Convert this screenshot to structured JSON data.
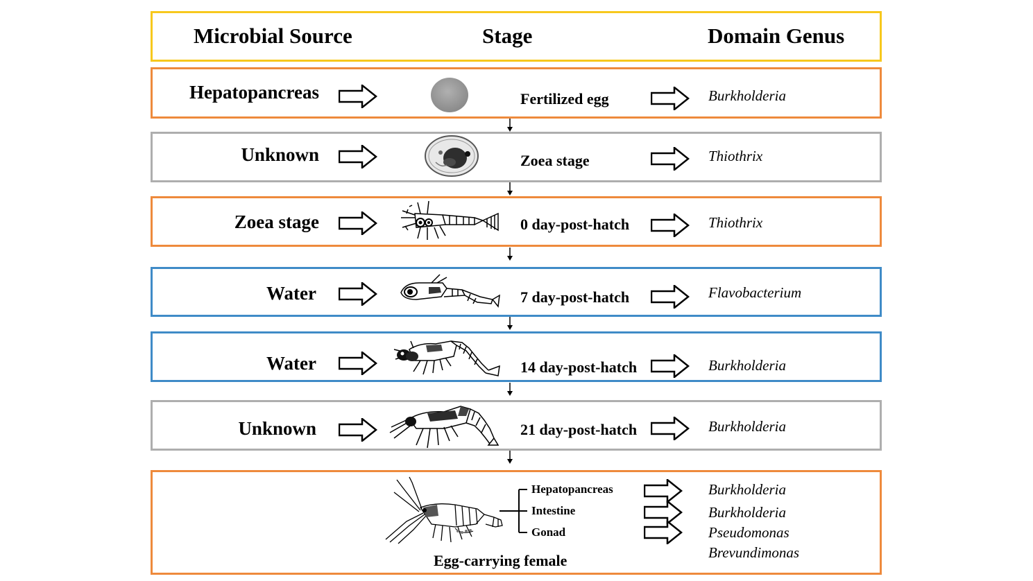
{
  "header": {
    "source": "Microbial Source",
    "stage": "Stage",
    "genus": "Domain Genus"
  },
  "rows": [
    {
      "source": "Hepatopancreas",
      "stage": "Fertilized  egg",
      "genus": "Burkholderia",
      "color": "#ee8a3c"
    },
    {
      "source": "Unknown",
      "stage": "Zoea stage",
      "genus": "Thiothrix",
      "color": "#aeaeae"
    },
    {
      "source": "Zoea stage",
      "stage": "0 day-post-hatch",
      "genus": "Thiothrix",
      "color": "#ee8a3c"
    },
    {
      "source": "Water",
      "stage": "7 day-post-hatch",
      "genus": "Flavobacterium",
      "color": "#3f8bc7"
    },
    {
      "source": "Water",
      "stage": "14 day-post-hatch",
      "genus": "Burkholderia",
      "color": "#3f8bc7"
    },
    {
      "source": "Unknown",
      "stage": "21 day-post-hatch",
      "genus": "Burkholderia",
      "color": "#aeaeae"
    }
  ],
  "female": {
    "caption": "Egg-carrying female",
    "organs": [
      "Hepatopancreas",
      "Intestine",
      "Gonad"
    ],
    "genera": [
      "Burkholderia",
      "Burkholderia",
      "Pseudomonas",
      "Brevundimonas"
    ],
    "color": "#ee8a3c"
  },
  "icons": [
    "hollow-right-arrow-icon",
    "down-arrow-icon",
    "egg-image",
    "zoea-image",
    "larva-image",
    "shrimp-image"
  ]
}
